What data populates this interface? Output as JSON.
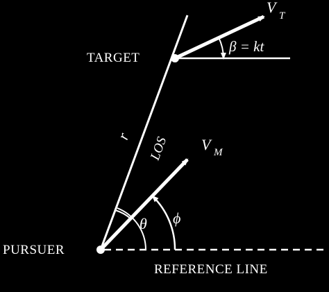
{
  "labels": {
    "target": "TARGET",
    "pursuer": "PURSUER",
    "reference_line": "REFERENCE LINE",
    "los": "LOS",
    "range": "r",
    "v_target_symbol": "V",
    "v_target_sub": "T",
    "v_missile_symbol": "V",
    "v_missile_sub": "M",
    "beta_eq": "β = kt",
    "theta": "θ",
    "phi": "ϕ"
  },
  "colors": {
    "background": "#000000",
    "foreground": "#ffffff"
  }
}
